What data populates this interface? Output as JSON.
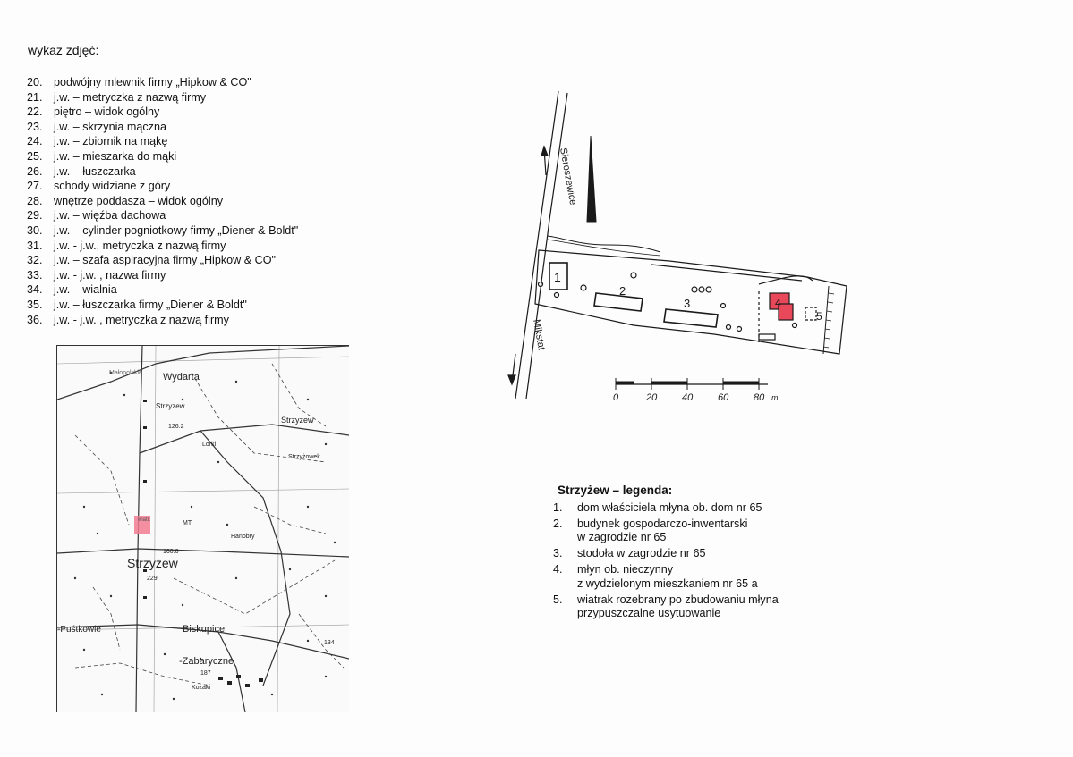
{
  "document": {
    "heading": "wykaz zdjęć:",
    "photos": [
      {
        "num": "20.",
        "text": "podwójny mlewnik firmy „Hipkow & CO\""
      },
      {
        "num": "21.",
        "text": "j.w. – metryczka z nazwą firmy"
      },
      {
        "num": "22.",
        "text": "piętro – widok ogólny"
      },
      {
        "num": "23.",
        "text": "j.w. – skrzynia mączna"
      },
      {
        "num": "24.",
        "text": "j.w. – zbiornik na mąkę"
      },
      {
        "num": "25.",
        "text": "j.w. – mieszarka do mąki"
      },
      {
        "num": "26.",
        "text": "j.w. – łuszczarka"
      },
      {
        "num": "27.",
        "text": "schody widziane z góry"
      },
      {
        "num": "28.",
        "text": "wnętrze poddasza – widok ogólny"
      },
      {
        "num": "29.",
        "text": "j.w. – więźba dachowa"
      },
      {
        "num": "30.",
        "text": "j.w. – cylinder pogniotkowy firmy „Diener & Boldt\""
      },
      {
        "num": "31.",
        "text": "j.w. -     j.w., metryczka z nazwą firmy"
      },
      {
        "num": "32.",
        "text": "j.w. – szafa aspiracyjna firmy „Hipkow & CO\""
      },
      {
        "num": "33.",
        "text": "j.w.  -  j.w. , nazwa firmy"
      },
      {
        "num": "34.",
        "text": "j.w. – wialnia"
      },
      {
        "num": "35.",
        "text": "j.w. – łuszczarka  firmy „Diener & Boldt\""
      },
      {
        "num": "36.",
        "text": "j.w. -   j.w. , metryczka z nazwą firmy"
      }
    ]
  },
  "topo_map": {
    "labels": {
      "wydarta": "Wydarta",
      "strzyzew_n": "Strzyzew",
      "strzyzew_ne": "Strzyzew",
      "strzyzowek": "Strzyżowek",
      "lorki": "Lorki",
      "elev_1262": "126.2",
      "elev_1606": "160.6",
      "elev_229": "229",
      "strzyzew_main": "Strzyżew",
      "hanobry": "Hanobry",
      "pustkowie": "-Puśtkowie",
      "biskupice": "Biskupice",
      "zabaryczne": "-Zabaryczne",
      "kozaki": "Kozaki",
      "elev_187": "187",
      "elev_134": "134",
      "malopolskie": "Małopolskie",
      "mill_mark": "wiatr.",
      "mt": "MT"
    }
  },
  "site_plan": {
    "road_north": "Sieroszewice",
    "road_south": "Mikstat",
    "building_labels": [
      "1",
      "2",
      "3",
      "4",
      "5"
    ],
    "scale_ticks": [
      "0",
      "20",
      "40",
      "60",
      "80"
    ],
    "scale_unit": "m",
    "colors": {
      "mill": "#e8485a",
      "ink": "#1a1a1a"
    }
  },
  "legend": {
    "title": "Strzyżew – legenda:",
    "items": [
      {
        "num": "1.",
        "lines": [
          "dom właściciela młyna ob. dom nr 65"
        ]
      },
      {
        "num": "2.",
        "lines": [
          "budynek gospodarczo-inwentarski",
          "w zagrodzie nr 65"
        ]
      },
      {
        "num": "3.",
        "lines": [
          "stodoła w zagrodzie nr 65"
        ]
      },
      {
        "num": "4.",
        "lines": [
          "młyn ob. nieczynny",
          "z wydzielonym mieszkaniem nr 65 a"
        ]
      },
      {
        "num": "5.",
        "lines": [
          "wiatrak rozebrany po zbudowaniu młyna",
          "przypuszczalne usytuowanie"
        ]
      }
    ]
  }
}
